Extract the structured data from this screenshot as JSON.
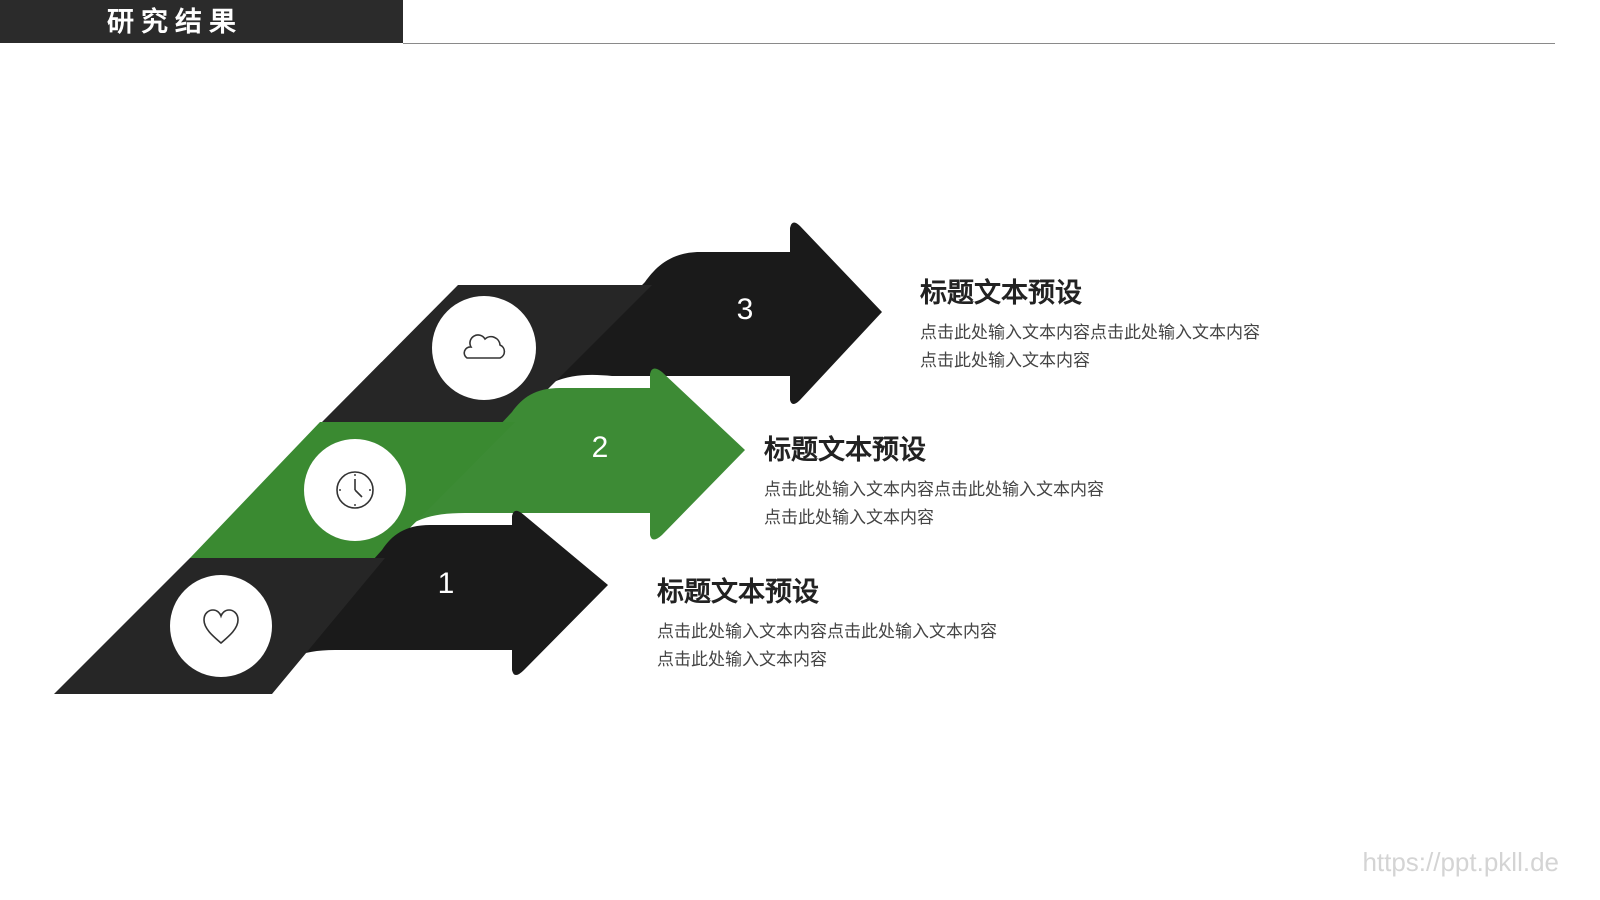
{
  "header": {
    "title": "研究结果"
  },
  "colors": {
    "dark": "#1c1c1c",
    "accent": "#3d8c34",
    "header_bg": "#2b2b2b",
    "text": "#222222"
  },
  "steps": [
    {
      "number": "1",
      "icon": "heart-icon",
      "title": "标题文本预设",
      "desc_line1": "点击此处输入文本内容点击此处输入文本内容",
      "desc_line2": "点击此处输入文本内容"
    },
    {
      "number": "2",
      "icon": "clock-icon",
      "title": "标题文本预设",
      "desc_line1": "点击此处输入文本内容点击此处输入文本内容",
      "desc_line2": "点击此处输入文本内容"
    },
    {
      "number": "3",
      "icon": "cloud-icon",
      "title": "标题文本预设",
      "desc_line1": "点击此处输入文本内容点击此处输入文本内容",
      "desc_line2": "点击此处输入文本内容"
    }
  ],
  "watermark": "https://ppt.pkll.de"
}
